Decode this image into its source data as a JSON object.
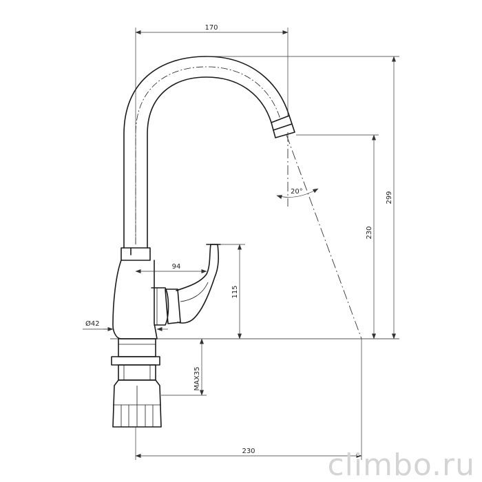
{
  "dimensions": {
    "spout_reach": "170",
    "total_height": "299",
    "spout_outlet_height": "230",
    "spout_angle": "20°",
    "lever_length": "94",
    "lever_height": "115",
    "base_diameter": "Ø42",
    "max_countertop_thickness": "MAX35",
    "outlet_to_axis": "230"
  },
  "watermark": "climbo.ru"
}
